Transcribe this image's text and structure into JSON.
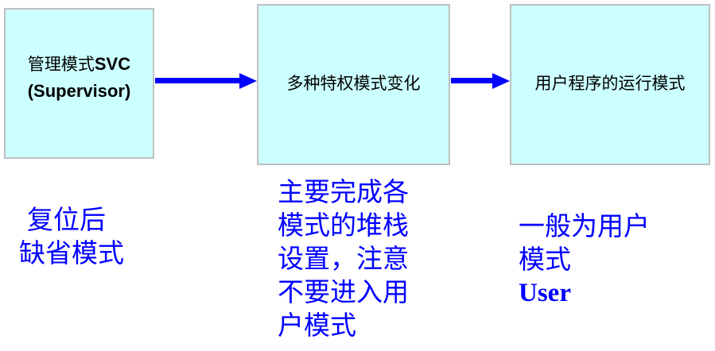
{
  "boxes": {
    "svc": {
      "line1_cjk": "管理模式",
      "line1_latin": "SVC",
      "line2": "(Supervisor)"
    },
    "privileged": {
      "label": "多种特权模式变化"
    },
    "user_program": {
      "label": "用户程序的运行模式"
    }
  },
  "captions": {
    "svc": {
      "lines": [
        "复位后",
        "缺省模式"
      ]
    },
    "privileged": {
      "lines": [
        "主要完成各",
        "模式的堆栈",
        "设置，注意",
        "不要进入用",
        "户模式"
      ]
    },
    "user": {
      "line1": "一般为用户",
      "line2_cjk": "模式",
      "line2_latin": "User"
    }
  },
  "colors": {
    "box_fill": "#ccffff",
    "box_border": "#c0c0c0",
    "arrow": "#0000ff",
    "caption_text": "#0000ff"
  }
}
